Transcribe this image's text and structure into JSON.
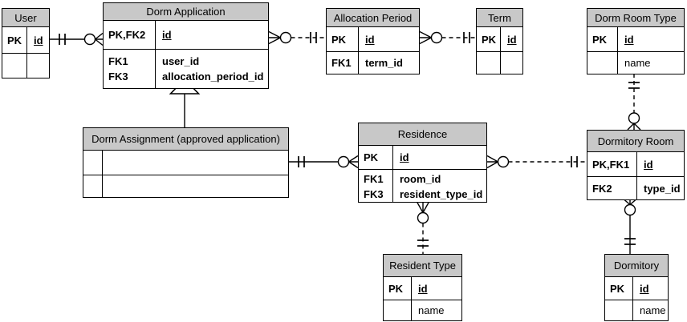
{
  "colors": {
    "header_fill": "#c8c8c8",
    "border": "#000000",
    "background": "#ffffff"
  },
  "entities": {
    "user": {
      "title": "User",
      "pk": "PK",
      "id": "id"
    },
    "dorm_application": {
      "title": "Dorm Application",
      "pk": "PK,FK2",
      "id": "id",
      "fk1": "FK1",
      "fk1_attr": "user_id",
      "fk3": "FK3",
      "fk3_attr": "allocation_period_id"
    },
    "allocation_period": {
      "title": "Allocation Period",
      "pk": "PK",
      "id": "id",
      "fk1": "FK1",
      "fk1_attr": "term_id"
    },
    "term": {
      "title": "Term",
      "pk": "PK",
      "id": "id"
    },
    "dorm_room_type": {
      "title": "Dorm Room Type",
      "pk": "PK",
      "id": "id",
      "name_attr": "name"
    },
    "dorm_assignment": {
      "title": "Dorm Assignment (approved application)"
    },
    "residence": {
      "title": "Residence",
      "pk": "PK",
      "id": "id",
      "fk1": "FK1",
      "fk1_attr": "room_id",
      "fk3": "FK3",
      "fk3_attr": "resident_type_id"
    },
    "dormitory_room": {
      "title": "Dormitory Room",
      "pk": "PK,FK1",
      "id": "id",
      "fk2": "FK2",
      "fk2_attr": "type_id"
    },
    "resident_type": {
      "title": "Resident Type",
      "pk": "PK",
      "id": "id",
      "name_attr": "name"
    },
    "dormitory": {
      "title": "Dormitory",
      "pk": "PK",
      "id": "id",
      "name_attr": "name"
    }
  },
  "relationships": [
    {
      "from": "User",
      "to": "Dorm Application",
      "from_cardinality": "one-and-only-one",
      "to_cardinality": "zero-or-many",
      "line": "solid"
    },
    {
      "from": "Allocation Period",
      "to": "Dorm Application",
      "from_cardinality": "one-and-only-one",
      "to_cardinality": "zero-or-many",
      "line": "dashed"
    },
    {
      "from": "Term",
      "to": "Allocation Period",
      "from_cardinality": "one-and-only-one",
      "to_cardinality": "zero-or-many",
      "line": "dashed"
    },
    {
      "from": "Dorm Room Type",
      "to": "Dormitory Room",
      "from_cardinality": "one-and-only-one",
      "to_cardinality": "zero-or-many",
      "line": "dashed"
    },
    {
      "from": "Dorm Application",
      "to": "Dorm Assignment (approved application)",
      "type": "inheritance"
    },
    {
      "from": "Dorm Assignment (approved application)",
      "to": "Residence",
      "from_cardinality": "one-and-only-one",
      "to_cardinality": "zero-or-many",
      "line": "solid"
    },
    {
      "from": "Dormitory Room",
      "to": "Residence",
      "from_cardinality": "one-and-only-one",
      "to_cardinality": "zero-or-many",
      "line": "dashed"
    },
    {
      "from": "Resident Type",
      "to": "Residence",
      "from_cardinality": "one-and-only-one",
      "to_cardinality": "zero-or-many",
      "line": "dashed"
    },
    {
      "from": "Dormitory",
      "to": "Dormitory Room",
      "from_cardinality": "one-and-only-one",
      "to_cardinality": "zero-or-many",
      "line": "solid"
    }
  ]
}
